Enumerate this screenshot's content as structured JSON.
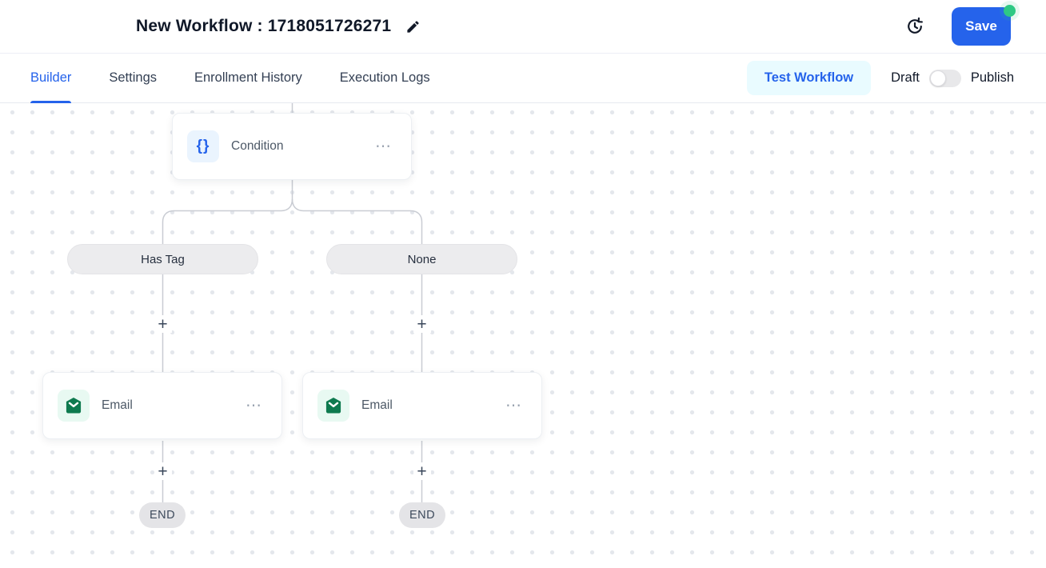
{
  "header": {
    "title": "New Workflow : 1718051726271",
    "save_label": "Save",
    "icons": {
      "edit": "pencil-icon",
      "history": "history-clock-icon",
      "unsaved_indicator": "green-dot"
    }
  },
  "tabs": [
    {
      "label": "Builder",
      "active": true
    },
    {
      "label": "Settings",
      "active": false
    },
    {
      "label": "Enrollment History",
      "active": false
    },
    {
      "label": "Execution Logs",
      "active": false
    }
  ],
  "toolbar": {
    "test_workflow_label": "Test Workflow",
    "draft_label": "Draft",
    "publish_label": "Publish",
    "publish_toggle_state": "off"
  },
  "workflow": {
    "condition_node": {
      "label": "Condition",
      "icon": "braces-icon",
      "menu": "⋯"
    },
    "branches": [
      {
        "label": "Has Tag"
      },
      {
        "label": "None"
      }
    ],
    "action_nodes": [
      {
        "label": "Email",
        "icon": "email-envelope-icon",
        "menu": "⋯"
      },
      {
        "label": "Email",
        "icon": "email-envelope-icon",
        "menu": "⋯"
      }
    ],
    "end_labels": [
      "END",
      "END"
    ],
    "add_step_glyph": "+",
    "braces_glyph": "{}"
  },
  "colors": {
    "accent_blue": "#2563eb",
    "save_button": "#2563eb",
    "unsaved_dot_green": "#2ec984",
    "test_workflow_bg": "#e9fbff",
    "email_icon_green": "#0e7a4f",
    "email_icon_bg": "#e8f9f2",
    "condition_icon_bg": "#eaf4fe",
    "branch_pill_bg": "#ececee",
    "end_pill_bg": "#e4e4e7",
    "connector_gray": "#c9ccd3",
    "canvas_dot": "#e4e7ec"
  }
}
